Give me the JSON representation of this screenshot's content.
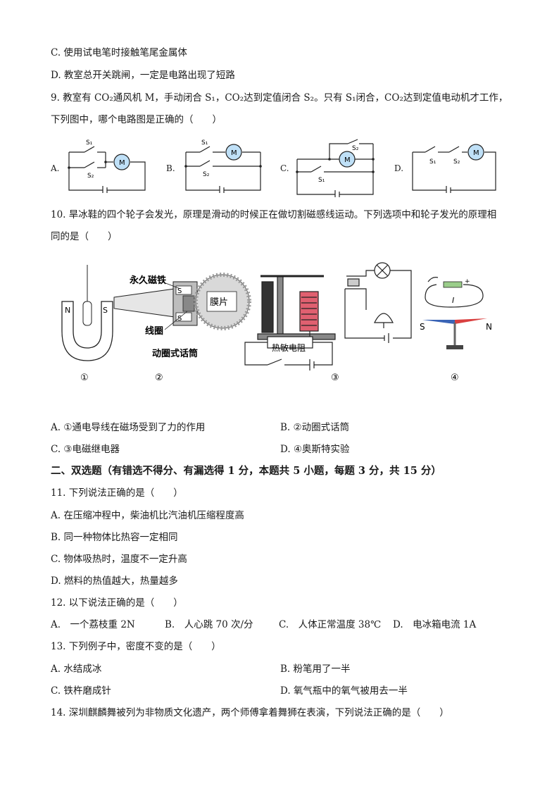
{
  "q8": {
    "optC": "C. 使用试电笔时接触笔尾金属体",
    "optD": "D. 教室总开关跳闸，一定是电路出现了短路"
  },
  "q9": {
    "stem1": "9. 教室有 CO₂通风机 M，手动闭合 S₁，CO₂达到定值闭合 S₂。只有 S₁闭合，CO₂达到定值电动机才工作，",
    "stem2": "下列图中，哪个电路图是正确的（　　）",
    "labelA": "A.",
    "labelB": "B.",
    "labelC": "C.",
    "labelD": "D.",
    "motor": "M",
    "s1": "S₁",
    "s2": "S₂"
  },
  "q10": {
    "stem1": "10. 旱冰鞋的四个轮子会发光，原理是滑动的时候正在做切割磁感线运动。下列选项中和轮子发光的原理相",
    "stem2": "同的是（　　）",
    "fig": {
      "N": "N",
      "S": "S",
      "magnet": "永久磁铁",
      "film": "膜片",
      "coil": "线圈",
      "mic": "动圈式话筒",
      "thermistor": "热敏电阻",
      "current": "I",
      "plus": "+",
      "n1": "①",
      "n2": "②",
      "n3": "③",
      "n4": "④"
    },
    "optA": "A. ①通电导线在磁场受到了力的作用",
    "optB": "B. ②动圈式话筒",
    "optC": "C. ③电磁继电器",
    "optD": "D. ④奥斯特实验"
  },
  "section2": "二、双选题（有错选不得分、有漏选得 1 分，本题共 5 小题，每题 3 分，共 15 分）",
  "q11": {
    "stem": "11. 下列说法正确的是（　　）",
    "optA": "A. 在压缩冲程中，柴油机比汽油机压缩程度高",
    "optB": "B. 同一种物体比热容一定相同",
    "optC": "C. 物体吸热时，温度不一定升高",
    "optD": "D. 燃料的热值越大，热量越多"
  },
  "q12": {
    "stem": "12. 以下说法正确的是（　　）",
    "optA": "A.　一个荔枝重 2N",
    "optB": "B.　人心跳 70 次/分",
    "optC": "C.　人体正常温度 38℃",
    "optD": "D.　电冰箱电流 1A"
  },
  "q13": {
    "stem": "13. 下列例子中，密度不变的是（　　）",
    "optA": "A. 水结成冰",
    "optB": "B. 粉笔用了一半",
    "optC": "C. 铁杵磨成针",
    "optD": "D. 氧气瓶中的氧气被用去一半"
  },
  "q14": {
    "stem": "14. 深圳麒麟舞被列为非物质文化遗产，两个师傅拿着舞狮在表演，下列说法正确的是（　　）"
  }
}
